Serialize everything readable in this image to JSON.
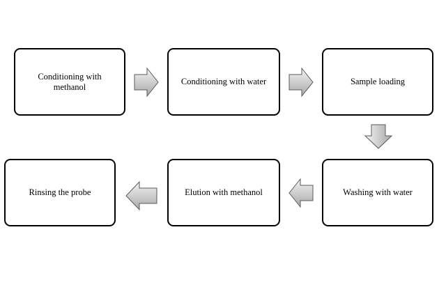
{
  "steps": [
    {
      "id": "s1",
      "label": "Conditioning with methanol"
    },
    {
      "id": "s2",
      "label": "Conditioning with water"
    },
    {
      "id": "s3",
      "label": "Sample loading"
    },
    {
      "id": "s4",
      "label": "Washing with water"
    },
    {
      "id": "s5",
      "label": "Elution with methanol"
    },
    {
      "id": "s6",
      "label": "Rinsing the probe"
    }
  ],
  "colors": {
    "box_border": "#000000",
    "arrow_fill_light": "#f2f2f2",
    "arrow_fill_dark": "#a6a6a6",
    "arrow_stroke": "#5a5a5a"
  }
}
